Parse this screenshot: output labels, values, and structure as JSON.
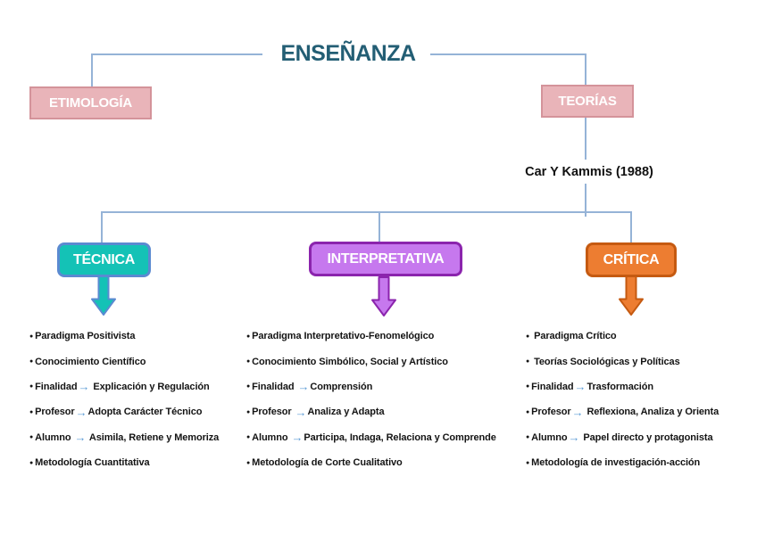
{
  "title": "ENSEÑANZA",
  "source_label": "Car Y Kammis (1988)",
  "colors": {
    "title_text": "#235e74",
    "connector_line": "#95b3d7",
    "top_node_fill": "#e9b4b9",
    "top_node_border": "#d4939a",
    "list_arrow": "#5b9bd5",
    "bullet": "#141414"
  },
  "glyphs": {
    "bullet": "●",
    "arrow": "→"
  },
  "top_nodes": {
    "etimologia": {
      "label": "ETIMOLOGÍA"
    },
    "teorias": {
      "label": "TEORÍAS"
    }
  },
  "branches": [
    {
      "label": "TÉCNICA",
      "fill": "#14c2b6",
      "border": "#5b8ad1",
      "items": [
        {
          "before": "Paradigma Positivista"
        },
        {
          "before": "Conocimiento Científico"
        },
        {
          "before": "Finalidad",
          "after": " Explicación y Regulación"
        },
        {
          "before": "Profesor",
          "after": "Adopta Carácter Técnico"
        },
        {
          "before": "Alumno ",
          "after": " Asimila, Retiene y Memoriza"
        },
        {
          "before": "Metodología Cuantitativa"
        }
      ]
    },
    {
      "label": "INTERPRETATIVA",
      "fill": "#c678ee",
      "border": "#8b24ad",
      "items": [
        {
          "before": "Paradigma Interpretativo-Fenomelógico"
        },
        {
          "before": "Conocimiento Simbólico, Social y Artístico"
        },
        {
          "before": "Finalidad ",
          "after": "Comprensión"
        },
        {
          "before": "Profesor ",
          "after": "Analiza y Adapta"
        },
        {
          "before": "Alumno ",
          "after": "Participa, Indaga, Relaciona y Comprende"
        },
        {
          "before": "Metodología de Corte Cualitativo"
        }
      ]
    },
    {
      "label": "CRÍTICA",
      "fill": "#ed7d31",
      "border": "#c55a11",
      "items": [
        {
          "before": " Paradigma Crítico"
        },
        {
          "before": " Teorías Sociológicas y Políticas"
        },
        {
          "before": "Finalidad",
          "after": "Trasformación"
        },
        {
          "before": "Profesor",
          "after": " Reflexiona, Analiza y Orienta"
        },
        {
          "before": "Alumno",
          "after": " Papel directo y protagonista"
        },
        {
          "before": "Metodología de investigación-acción"
        }
      ]
    }
  ]
}
